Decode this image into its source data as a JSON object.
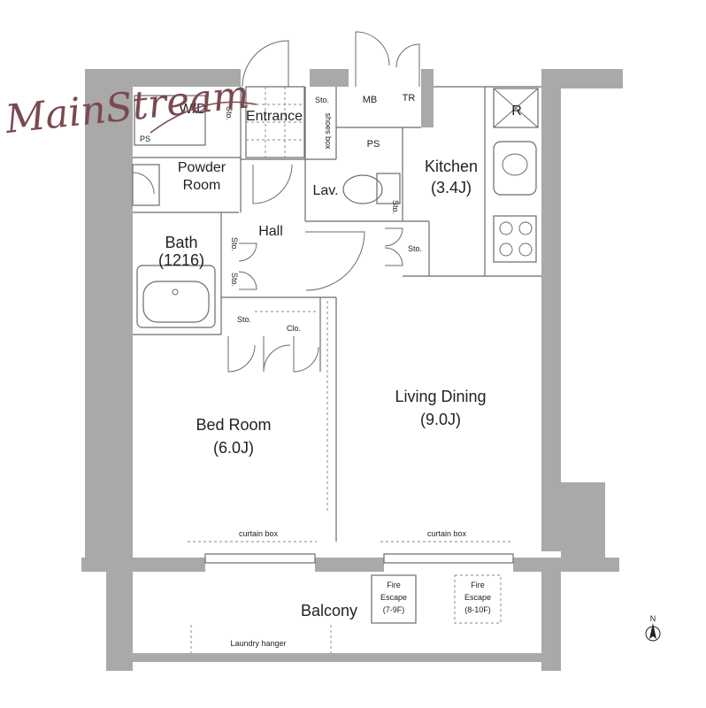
{
  "watermark": {
    "text": "MainStream",
    "color": "#7a4a4f"
  },
  "rooms": {
    "wd": "W/D",
    "ps1": "PS",
    "sto_small_1": "Sto.",
    "entrance": "Entrance",
    "sto_entrance": "Sto.",
    "shoes_box": "shoes box",
    "mb": "MB",
    "tr": "TR",
    "ps2": "PS",
    "powder_room": [
      "Powder",
      "Room"
    ],
    "lav": "Lav.",
    "sto_lav": "Sto.",
    "kitchen": "Kitchen",
    "kitchen_size": "(3.4J)",
    "r": "R",
    "bath": "Bath",
    "bath_size": "(1216)",
    "sto_bath_1": "Sto.",
    "sto_bath_2": "Sto.",
    "hall": "Hall",
    "sto_hall": "Sto.",
    "sto_bed": "Sto.",
    "clo": "Clo.",
    "bed_room": "Bed Room",
    "bed_size": "(6.0J)",
    "living_dining": "Living Dining",
    "living_size": "(9.0J)",
    "curtain_box_1": "curtain box",
    "curtain_box_2": "curtain box",
    "balcony": "Balcony",
    "fire_escape_1": [
      "Fire",
      "Escape",
      "(7-9F)"
    ],
    "fire_escape_2": [
      "Fire",
      "Escape",
      "(8-10F)"
    ],
    "laundry_hanger": "Laundry hanger",
    "north": "N"
  }
}
